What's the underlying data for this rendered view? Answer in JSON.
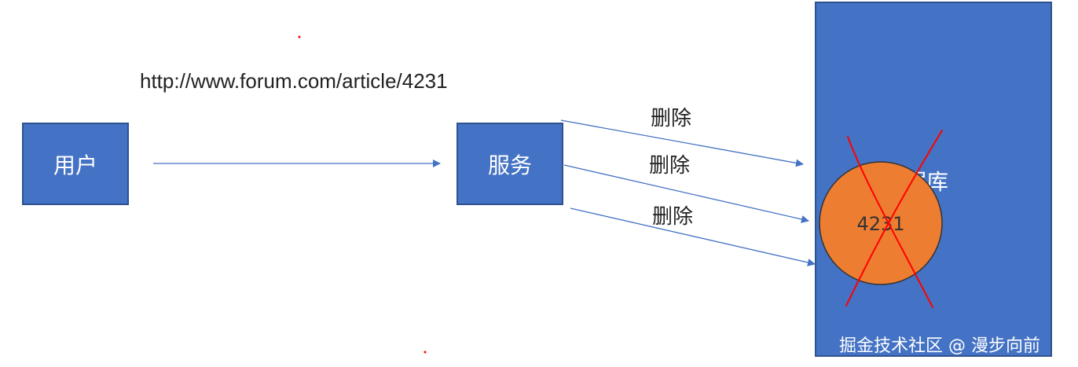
{
  "url": "http://www.forum.com/article/4231",
  "nodes": {
    "user": "用户",
    "service": "服务",
    "database": "数据库"
  },
  "edges": {
    "delete_1": "删除",
    "delete_2": "删除",
    "delete_3": "删除"
  },
  "record": {
    "id": "4231"
  },
  "watermark": "掘金技术社区 @ 漫步向前",
  "colors": {
    "box_fill": "#4472c4",
    "box_border": "#2f528f",
    "record_fill": "#ed7d31",
    "cross": "#ff0000",
    "arrow": "#4472c4"
  }
}
